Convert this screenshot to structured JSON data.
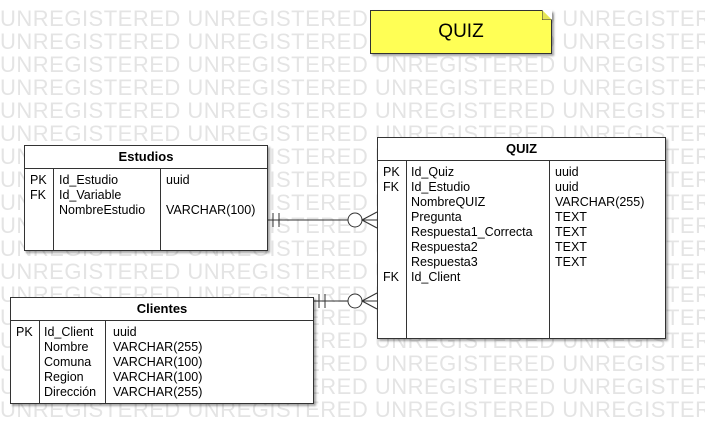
{
  "watermark": "UNREGISTERED",
  "note": {
    "label": "QUIZ",
    "color": "#ffff55"
  },
  "entities": {
    "estudios": {
      "title": "Estudios",
      "keys": [
        "PK",
        "FK",
        ""
      ],
      "names": [
        "Id_Estudio",
        "Id_Variable",
        "NombreEstudio"
      ],
      "types": [
        "uuid",
        "",
        "VARCHAR(100)"
      ]
    },
    "clientes": {
      "title": "Clientes",
      "keys": [
        "PK",
        "",
        "",
        "",
        ""
      ],
      "names": [
        "Id_Client",
        "Nombre",
        "Comuna",
        "Region",
        "Dirección"
      ],
      "types": [
        "uuid",
        "VARCHAR(255)",
        "VARCHAR(100)",
        "VARCHAR(100)",
        "VARCHAR(255)"
      ]
    },
    "quiz": {
      "title": "QUIZ",
      "keys": [
        "PK",
        "FK",
        "",
        "",
        "",
        "",
        "",
        "FK"
      ],
      "names": [
        "Id_Quiz",
        "Id_Estudio",
        "NombreQUIZ",
        "Pregunta",
        "Respuesta1_Correcta",
        "Respuesta2",
        "Respuesta3",
        "Id_Client"
      ],
      "types": [
        "uuid",
        "uuid",
        "VARCHAR(255)",
        "TEXT",
        "TEXT",
        "TEXT",
        "TEXT",
        ""
      ]
    }
  }
}
